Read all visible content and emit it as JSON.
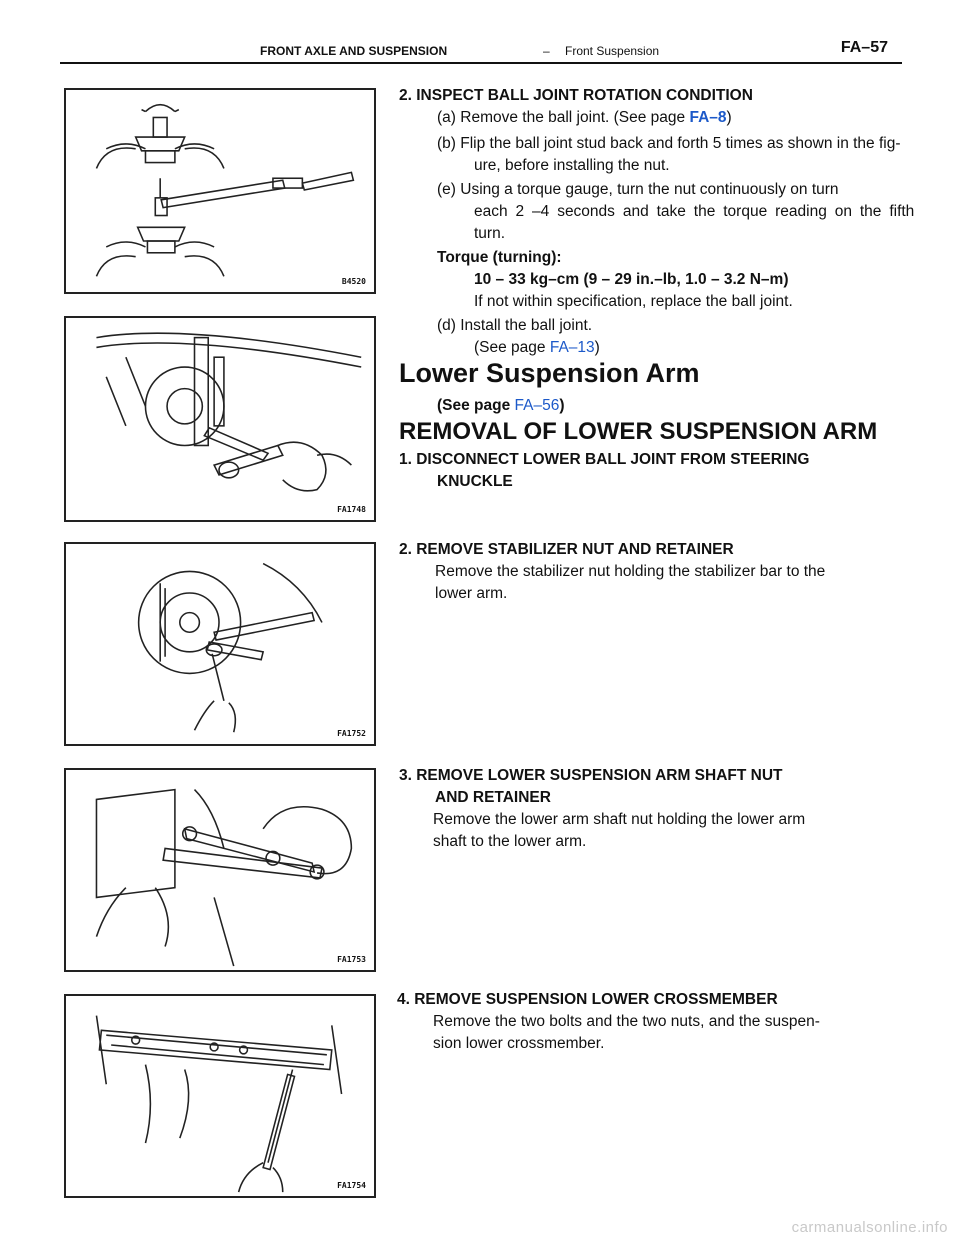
{
  "header": {
    "section": "FRONT AXLE AND SUSPENSION",
    "separator": "–",
    "subsection": "Front Suspension",
    "page": "FA–57"
  },
  "figures": [
    {
      "code": "B4520"
    },
    {
      "code": "FA1748"
    },
    {
      "code": "FA1752"
    },
    {
      "code": "FA1753"
    },
    {
      "code": "FA1754"
    }
  ],
  "inspect": {
    "heading": "2. INSPECT BALL JOINT ROTATION CONDITION",
    "a_pre": "(a) Remove the ball joint. (See page ",
    "a_link": "FA–8",
    "a_post": ")",
    "b_line1": "(b) Flip the ball joint stud back and forth 5 times as shown in the fig-",
    "b_line2": "ure, before installing the nut.",
    "e_line1": "(e) Using a torque gauge, turn the nut continuously on turn",
    "e_line2": "each 2 –4 seconds and take the torque reading on the fifth",
    "e_line3": "turn.",
    "torque_label": "Torque (turning):",
    "torque_value": "10 – 33 kg–cm (9 – 29 in.–lb, 1.0 – 3.2 N–m)",
    "torque_note": "If not within specification, replace the ball joint.",
    "d_line1": "(d) Install the ball joint.",
    "d_pre": "(See page ",
    "d_link": "FA–13",
    "d_post": ")"
  },
  "section": {
    "title": "Lower Suspension Arm",
    "see_pre": "(See page ",
    "see_link": "FA–56",
    "see_post": ")",
    "removal_title": "REMOVAL OF LOWER SUSPENSION ARM"
  },
  "steps": {
    "s1_line1": "1. DISCONNECT LOWER BALL JOINT FROM STEERING",
    "s1_line2": "KNUCKLE",
    "s2_heading": "2. REMOVE STABILIZER NUT AND RETAINER",
    "s2_line1": "Remove the stabilizer nut holding the stabilizer bar to the",
    "s2_line2": "lower arm.",
    "s3_line1": "3. REMOVE LOWER SUSPENSION ARM SHAFT NUT",
    "s3_line2": "AND RETAINER",
    "s3_line3": "Remove the lower arm shaft nut holding the lower arm",
    "s3_line4": "shaft to the lower arm.",
    "s4_heading": "4. REMOVE SUSPENSION LOWER CROSSMEMBER",
    "s4_line1": "Remove the two bolts and the two nuts, and the suspen-",
    "s4_line2": "sion lower crossmember."
  },
  "watermark": "carmanualsonline.info"
}
